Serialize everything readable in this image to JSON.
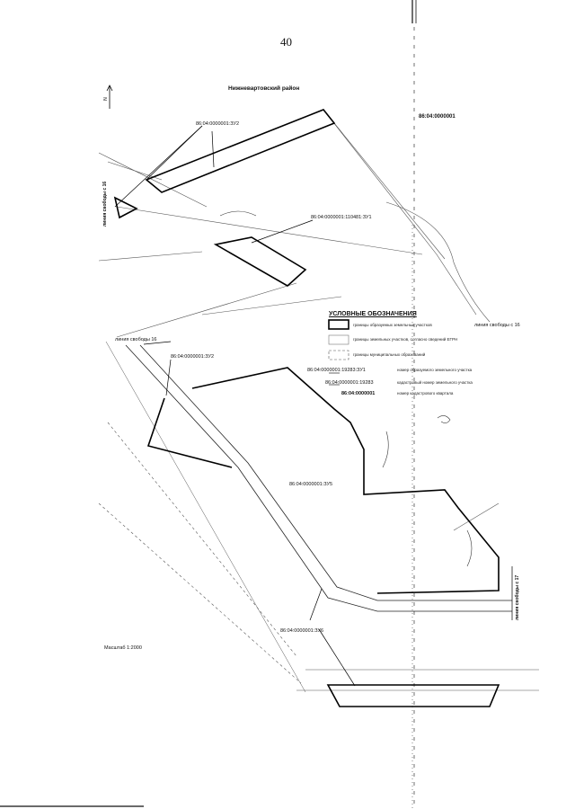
{
  "page_number": "40",
  "region_title": "Нижневартовский район",
  "quarter_top": "86:04:0000001",
  "labels": {
    "parcel_zu2_top": "86:04:0000001:ЗУ2",
    "parcel_zu1": "86:04:0000001:110481:ЗУ1",
    "parcel_zu2_bottom": "86:04:0000001:ЗУ2",
    "parcel_zu1_bottom": "86:04:0000001:19283:ЗУ1",
    "cadastral_19283": "86:04:0000001:19283",
    "quarter_bottom": "86:04:0000001",
    "parcel_zu5": "86:04:0000001:ЗУ5",
    "parcel_zu6": "86:04:0000001:ЗУ6",
    "line_svobody_16_left": "линия свободы с 16",
    "line_svobody_16_bottom": "линия свободы 16",
    "line_svobody_16_legend": "линия свободы с 16",
    "line_svobody_17": "линия свободы с 17"
  },
  "legend": {
    "title": "УСЛОВНЫЕ ОБОЗНАЧЕНИЯ",
    "items": [
      "границы образуемых земельных участков",
      "границы земельных участков, согласно сведений ЕГРН",
      "границы муниципальных образований"
    ],
    "notes": [
      "номер образуемого земельного участка",
      "кадастровый номер земельного участка",
      "номер кадастрового квартала"
    ]
  },
  "scale_text": "Масштаб 1:2000",
  "north_letter": "N"
}
